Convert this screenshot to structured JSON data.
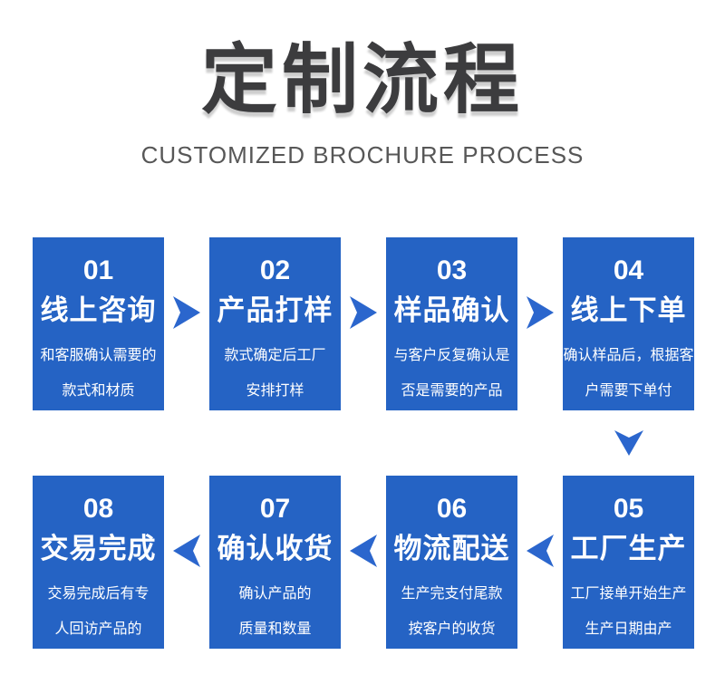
{
  "header": {
    "title": "定制流程",
    "subtitle": "CUSTOMIZED BROCHURE PROCESS"
  },
  "colors": {
    "box_blue": "#2563c4",
    "arrow_blue": "#2b66cd",
    "title_dark": "#3c3c3e",
    "subtitle_gray": "#575757",
    "step_text": "#ffffff",
    "background": "#ffffff"
  },
  "steps": [
    {
      "num": "01",
      "title": "线上咨询",
      "desc": "和客服确认需要的\n款式和材质"
    },
    {
      "num": "02",
      "title": "产品打样",
      "desc": "款式确定后工厂\n安排打样"
    },
    {
      "num": "03",
      "title": "样品确认",
      "desc": "与客户反复确认是\n否是需要的产品"
    },
    {
      "num": "04",
      "title": "线上下单",
      "desc": "确认样品后，根据客\n户需要下单付"
    },
    {
      "num": "05",
      "title": "工厂生产",
      "desc": "工厂接单开始生产\n生产日期由产\n品数量决定"
    },
    {
      "num": "06",
      "title": "物流配送",
      "desc": "生产完支付尾款\n按客户的收货\n地址优先发货"
    },
    {
      "num": "07",
      "title": "确认收货",
      "desc": "确认产品的\n质量和数量"
    },
    {
      "num": "08",
      "title": "交易完成",
      "desc": "交易完成后有专\n人回访产品的\n使用情况"
    }
  ]
}
